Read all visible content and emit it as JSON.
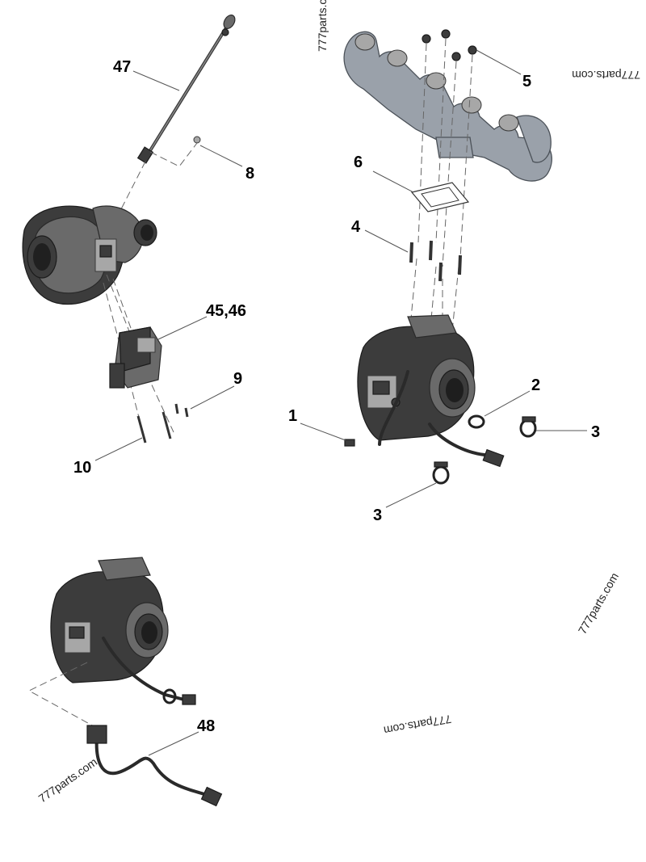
{
  "watermark": "777parts.com",
  "callouts": {
    "c1": "1",
    "c2": "2",
    "c3a": "3",
    "c3b": "3",
    "c4": "4",
    "c5": "5",
    "c6": "6",
    "c8": "8",
    "c9": "9",
    "c10": "10",
    "c45_46": "45,46",
    "c47": "47",
    "c48": "48"
  }
}
